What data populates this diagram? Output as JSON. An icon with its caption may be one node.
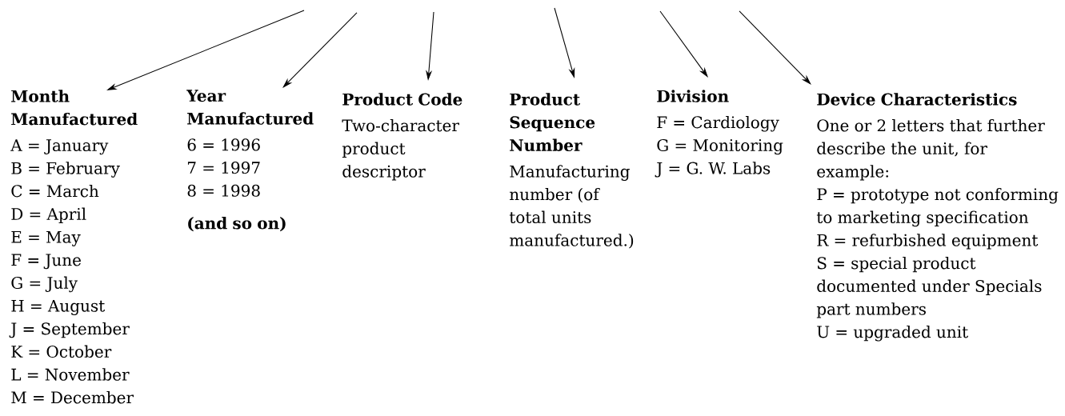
{
  "diagram": {
    "nodes": [
      {
        "text": [
          "Month Manufactured",
          "A = January",
          "B = February",
          "C = March",
          "D = April",
          "E = May",
          "F = June",
          "G = July",
          "H = August",
          "J = September",
          "K = October",
          "L = November",
          "M = December"
        ]
      },
      {
        "text": [
          "Year Manufactured",
          "6 = 1996",
          "7 = 1997",
          "8 = 1998",
          "(and so on)"
        ]
      },
      {
        "text": [
          "Product Code",
          "Two-character product descriptor"
        ]
      },
      {
        "text": [
          "Product Sequence Number",
          "Manufacturing number (of total units manufactured.)"
        ]
      },
      {
        "text": [
          "Division",
          "F = Cardiology",
          "G = Monitoring",
          "J = G. W. Labs"
        ]
      },
      {
        "text": [
          "Device Characteristics",
          "One or 2 letters that further describe the unit, for example:",
          "P = prototype not conforming to marketing specification",
          "R = refurbished equipment",
          "S = special product documented under Specials part numbers",
          "U = upgraded unit"
        ]
      }
    ],
    "edges": [
      {
        "from": null,
        "to": 0,
        "arrow": "to"
      },
      {
        "from": null,
        "to": 1,
        "arrow": "to"
      },
      {
        "from": null,
        "to": 2,
        "arrow": "to"
      },
      {
        "from": null,
        "to": 3,
        "arrow": "to"
      },
      {
        "from": null,
        "to": 4,
        "arrow": "to"
      },
      {
        "from": null,
        "to": 5,
        "arrow": "to"
      }
    ]
  }
}
